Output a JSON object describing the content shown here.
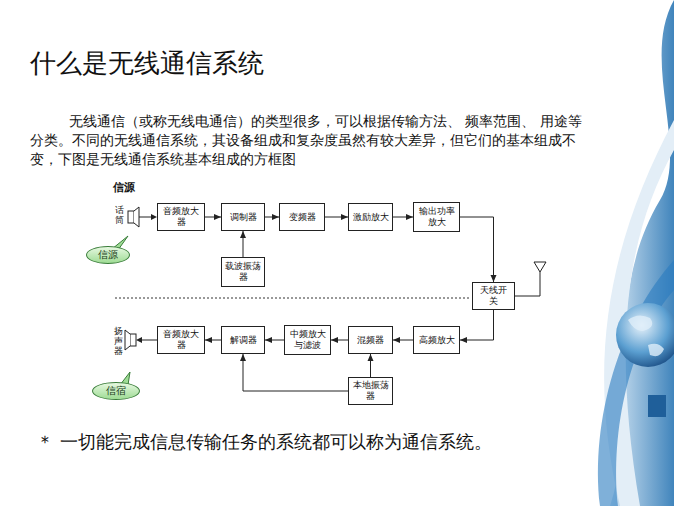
{
  "diagram": {
    "title": "什么是无线通信系统",
    "nodes": [
      {
        "text": [
          "音频放大器"
        ]
      },
      {
        "text": [
          "调制器"
        ]
      },
      {
        "text": [
          "变频器"
        ]
      },
      {
        "text": [
          "激励放大"
        ]
      },
      {
        "text": [
          "输出功率放大"
        ]
      },
      {
        "text": [
          "载波振荡器"
        ]
      },
      {
        "text": [
          "天线开关"
        ]
      },
      {
        "text": [
          "高频放大"
        ]
      },
      {
        "text": [
          "混频器"
        ]
      },
      {
        "text": [
          "中频放大与滤波"
        ]
      },
      {
        "text": [
          "解调器"
        ]
      },
      {
        "text": [
          "音频放大器"
        ]
      },
      {
        "text": [
          "本地振荡器"
        ]
      },
      {
        "text": [
          "信源"
        ]
      },
      {
        "text": [
          "信宿"
        ]
      }
    ],
    "edges": [
      {
        "from": 0,
        "to": 1,
        "arrow": "to"
      },
      {
        "from": 5,
        "to": 1,
        "arrow": "to"
      },
      {
        "from": 1,
        "to": 2,
        "arrow": "to"
      },
      {
        "from": 2,
        "to": 3,
        "arrow": "to"
      },
      {
        "from": 3,
        "to": 4,
        "arrow": "to"
      },
      {
        "from": 4,
        "to": 6,
        "arrow": "to"
      },
      {
        "from": 6,
        "to": 7,
        "arrow": "to"
      },
      {
        "from": 7,
        "to": 8,
        "arrow": "to"
      },
      {
        "from": 12,
        "to": 8,
        "arrow": "to"
      },
      {
        "from": 8,
        "to": 9,
        "arrow": "to"
      },
      {
        "from": 9,
        "to": 10,
        "arrow": "to"
      },
      {
        "from": 10,
        "to": 11,
        "arrow": "to"
      },
      {
        "from": 12,
        "to": 10,
        "arrow": "to"
      }
    ],
    "labels": [
      "无线通信（或称无线电通信）的类型很多，可以根据传输方法、 频率范围、 用途等分类。不同的无线通信系统，其设备组成和复杂度虽然有较大差异，但它们的基本组成不变，下图是无线通信系统基本组成的方框图",
      "信源",
      "话筒",
      "扬声器",
      "＊ 一切能完成信息传输任务的系统都可以称为通信系统。"
    ]
  }
}
